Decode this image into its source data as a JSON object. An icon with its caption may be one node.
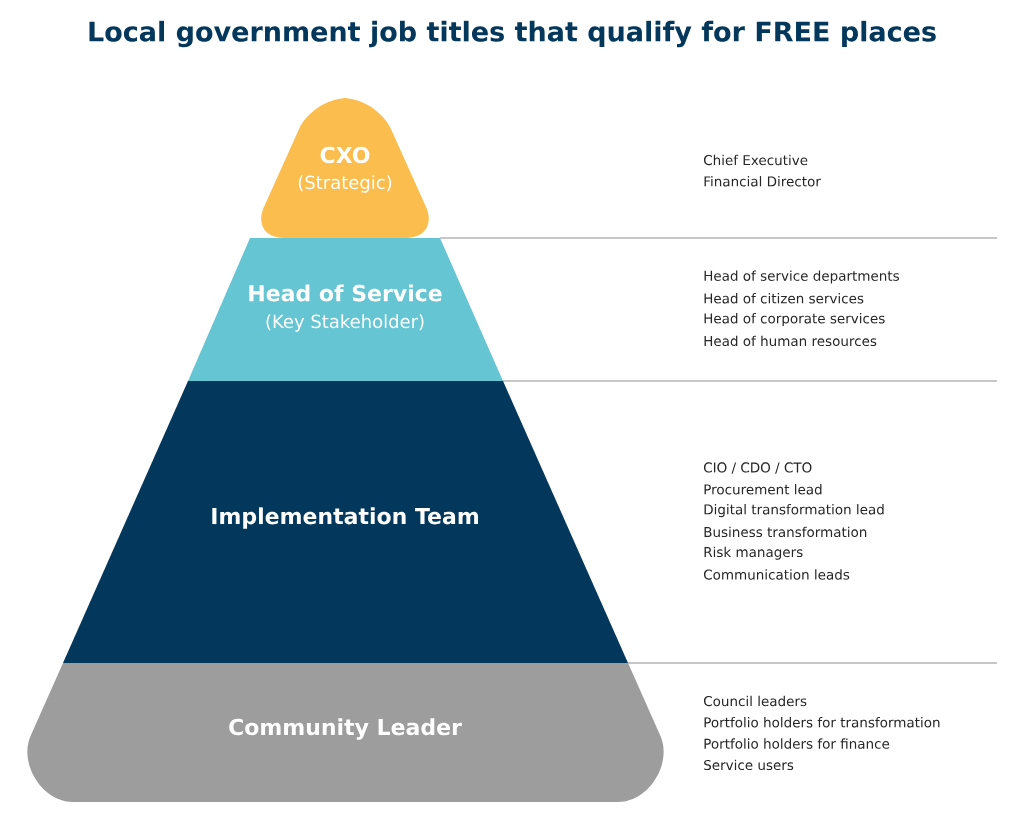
{
  "diagram": {
    "title": "Local government job titles that qualify for FREE places",
    "nodes": [
      {
        "text": [
          "CXO",
          "(Strategic)"
        ],
        "beside": [
          "Chief Executive",
          "Financial Director"
        ]
      },
      {
        "text": [
          "Head of Service",
          "(Key Stakeholder)"
        ],
        "beside": [
          "Head of service departments",
          "Head of citizen services",
          "Head of corporate services",
          "Head of human resources"
        ]
      },
      {
        "text": [
          "Implementation Team"
        ],
        "beside": [
          "CIO / CDO / CTO",
          "Procurement lead",
          "Digital transformation lead",
          "Business transformation",
          "Risk managers",
          "Communication leads"
        ]
      },
      {
        "text": [
          "Community Leader"
        ],
        "beside": [
          "Council leaders",
          "Portfolio holders for transformation",
          "Portfolio holders for finance",
          "Service users"
        ]
      }
    ]
  }
}
